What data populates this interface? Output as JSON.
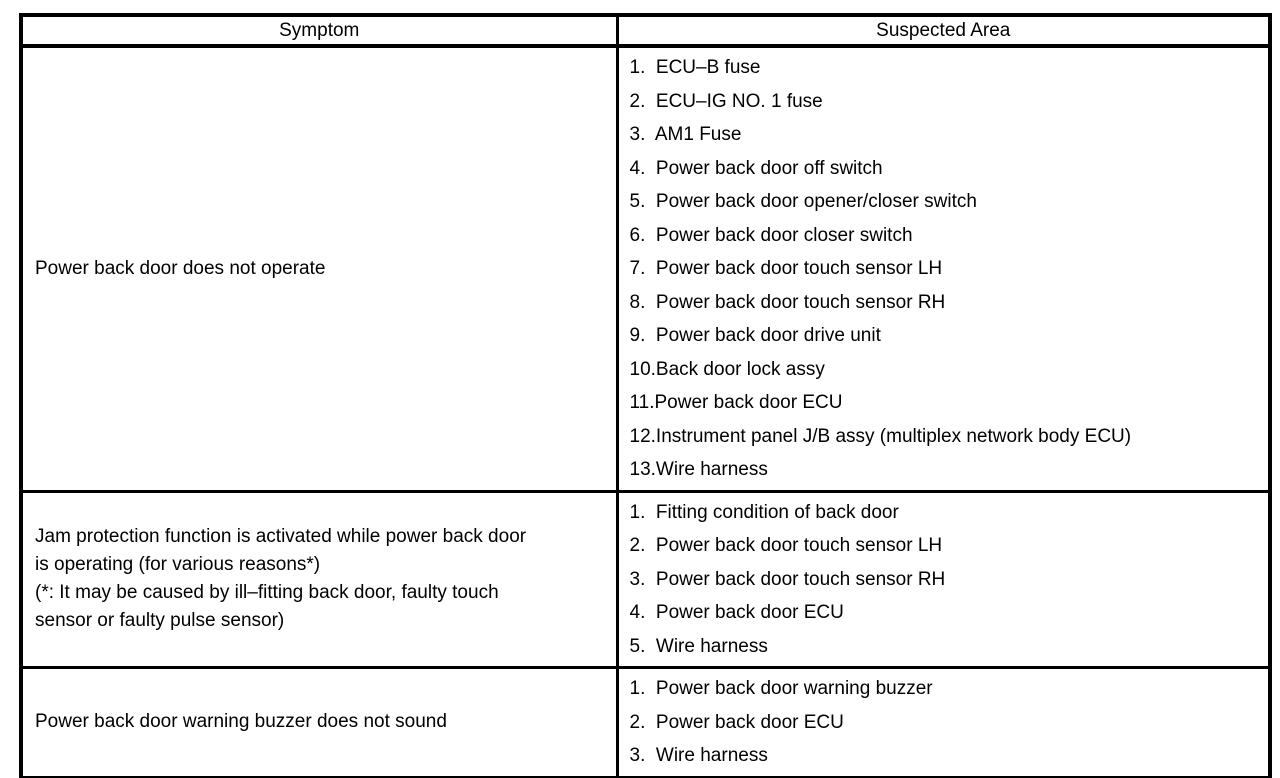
{
  "table": {
    "headers": {
      "symptom": "Symptom",
      "suspected_area": "Suspected Area"
    },
    "rows": [
      {
        "symptom_lines": [
          "Power back door does not operate"
        ],
        "suspected_items": [
          "1.  ECU–B fuse",
          "2.  ECU–IG NO. 1 fuse",
          "3.  AM1 Fuse",
          "4.  Power back door off switch",
          "5.  Power back door opener/closer switch",
          "6.  Power back door closer switch",
          "7.  Power back door touch sensor LH",
          "8.  Power back door touch sensor RH",
          "9.  Power back door drive unit",
          "10.Back door lock assy",
          "11.Power back door ECU",
          "12.Instrument panel J/B assy (multiplex network body ECU)",
          "13.Wire harness"
        ]
      },
      {
        "symptom_lines": [
          "Jam protection function is activated while power back door",
          "is operating (for various reasons*)",
          "(*: It may be caused by ill–fitting back door, faulty touch",
          "sensor or faulty pulse sensor)"
        ],
        "suspected_items": [
          "1.  Fitting condition of back door",
          "2.  Power back door touch sensor LH",
          "3.  Power back door touch sensor RH",
          "4.  Power back door ECU",
          "5.  Wire harness"
        ]
      },
      {
        "symptom_lines": [
          "Power back door warning buzzer does not sound"
        ],
        "suspected_items": [
          "1.  Power back door warning buzzer",
          "2.  Power back door ECU",
          "3.  Wire harness"
        ]
      }
    ]
  }
}
